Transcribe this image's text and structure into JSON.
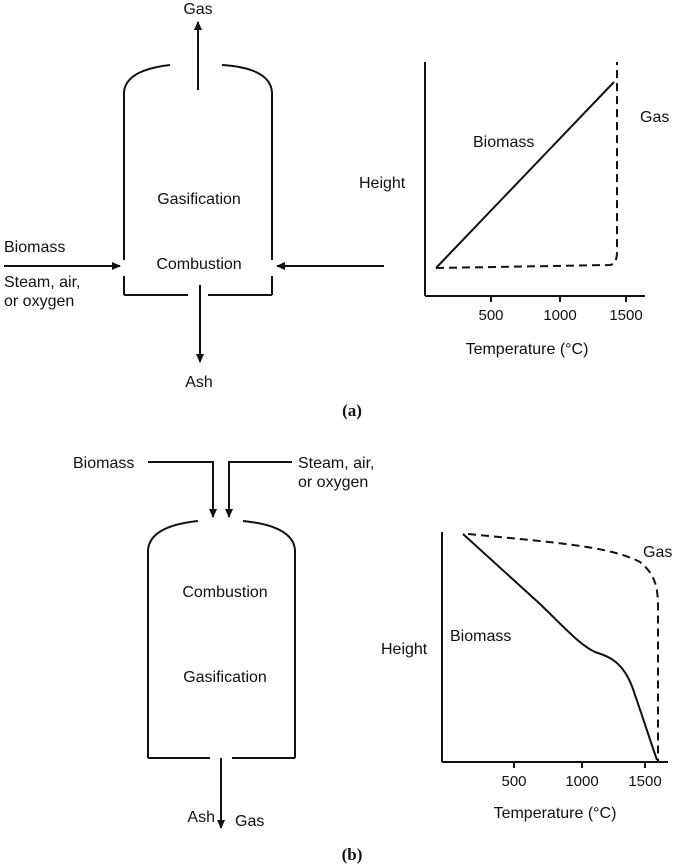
{
  "panel_a": {
    "caption": "(a)",
    "reactor": {
      "top_outlet_label": "Gas",
      "upper_zone_label": "Gasification",
      "lower_zone_label": "Combustion",
      "left_inlet_label_1": "Biomass",
      "left_inlet_label_2a": "Steam, air,",
      "left_inlet_label_2b": "or oxygen",
      "bottom_outlet_label": "Ash"
    },
    "profile": {
      "ylabel": "Height",
      "xlabel": "Temperature (°C)",
      "ticks": [
        "500",
        "1000",
        "1500"
      ],
      "series_biomass_label": "Biomass",
      "series_gas_label": "Gas"
    }
  },
  "panel_b": {
    "caption": "(b)",
    "reactor": {
      "top_inlet_left_label": "Biomass",
      "top_inlet_right_label_a": "Steam, air,",
      "top_inlet_right_label_b": "or oxygen",
      "upper_zone_label": "Combustion",
      "lower_zone_label": "Gasification",
      "bottom_outlet_label_1": "Ash",
      "bottom_outlet_label_2": "Gas"
    },
    "profile": {
      "ylabel": "Height",
      "xlabel": "Temperature (°C)",
      "ticks": [
        "500",
        "1000",
        "1500"
      ],
      "series_biomass_label": "Biomass",
      "series_gas_label": "Gas"
    }
  }
}
